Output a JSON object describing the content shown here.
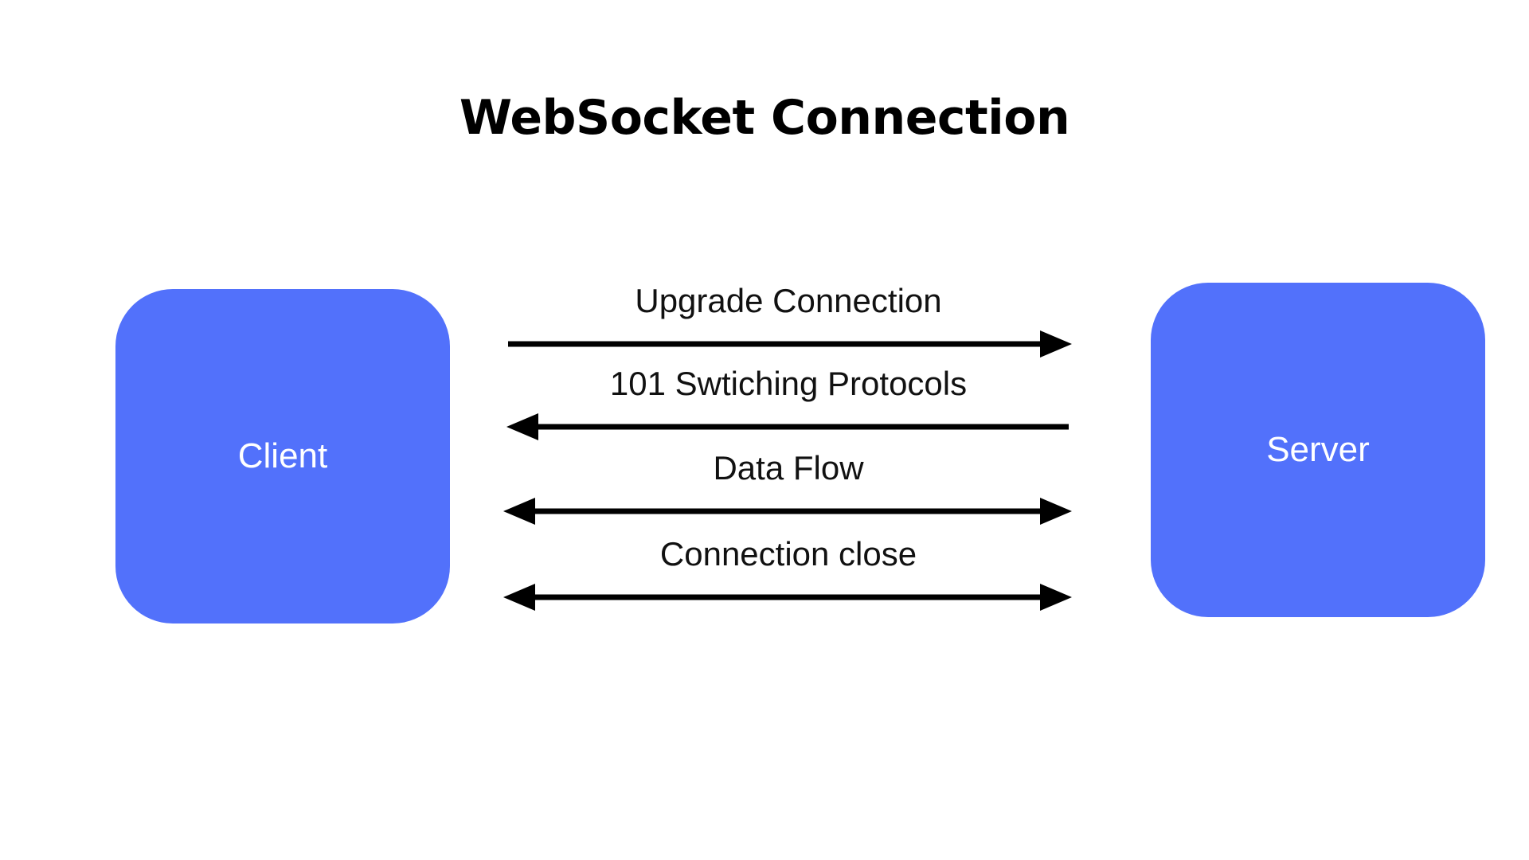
{
  "diagram": {
    "title": "WebSocket Connection",
    "background_color": "#ffffff",
    "node_fill_color": "#5271fb",
    "node_text_color": "#ffffff",
    "arrow_color": "#000000",
    "nodes": [
      {
        "id": "client",
        "label": "Client"
      },
      {
        "id": "server",
        "label": "Server"
      }
    ],
    "messages": [
      {
        "label": "Upgrade Connection",
        "direction": "right",
        "from": "Client",
        "to": "Server",
        "sequence": 1
      },
      {
        "label": "101 Swtiching Protocols",
        "direction": "left",
        "from": "Server",
        "to": "Client",
        "sequence": 2
      },
      {
        "label": "Data Flow",
        "direction": "both",
        "from": "Client",
        "to": "Server",
        "sequence": 3
      },
      {
        "label": "Connection close",
        "direction": "both",
        "from": "Client",
        "to": "Server",
        "sequence": 4
      }
    ]
  }
}
